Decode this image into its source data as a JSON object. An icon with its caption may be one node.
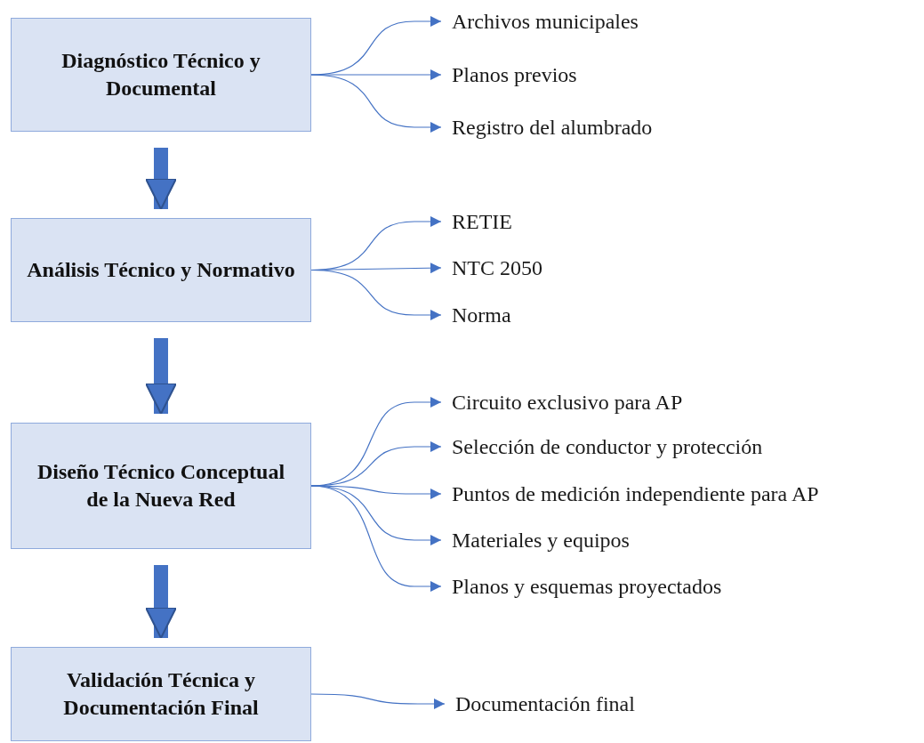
{
  "diagram": {
    "nodes": [
      {
        "text": [
          "Diagnóstico Técnico y Documental"
        ]
      },
      {
        "text": [
          "Archivos municipales"
        ]
      },
      {
        "text": [
          "Planos previos"
        ]
      },
      {
        "text": [
          "Registro del alumbrado"
        ]
      },
      {
        "text": [
          "Análisis Técnico y Normativo"
        ]
      },
      {
        "text": [
          "RETIE"
        ]
      },
      {
        "text": [
          "NTC 2050"
        ]
      },
      {
        "text": [
          "Norma"
        ]
      },
      {
        "text": [
          "Diseño Técnico Conceptual de la Nueva Red"
        ]
      },
      {
        "text": [
          "Circuito exclusivo para AP"
        ]
      },
      {
        "text": [
          "Selección de conductor y protección"
        ]
      },
      {
        "text": [
          "Puntos de medición independiente para AP"
        ]
      },
      {
        "text": [
          "Materiales y equipos"
        ]
      },
      {
        "text": [
          "Planos y esquemas proyectados"
        ]
      },
      {
        "text": [
          "Validación Técnica y Documentación Final"
        ]
      },
      {
        "text": [
          "Documentación final"
        ]
      }
    ],
    "edges": [
      {
        "from": 0,
        "to": 1,
        "arrow": "to"
      },
      {
        "from": 0,
        "to": 2,
        "arrow": "to"
      },
      {
        "from": 0,
        "to": 3,
        "arrow": "to"
      },
      {
        "from": 0,
        "to": 4,
        "arrow": "to",
        "style": "thick"
      },
      {
        "from": 4,
        "to": 5,
        "arrow": "to"
      },
      {
        "from": 4,
        "to": 6,
        "arrow": "to"
      },
      {
        "from": 4,
        "to": 7,
        "arrow": "to"
      },
      {
        "from": 4,
        "to": 8,
        "arrow": "to",
        "style": "thick"
      },
      {
        "from": 8,
        "to": 9,
        "arrow": "to"
      },
      {
        "from": 8,
        "to": 10,
        "arrow": "to"
      },
      {
        "from": 8,
        "to": 11,
        "arrow": "to"
      },
      {
        "from": 8,
        "to": 12,
        "arrow": "to"
      },
      {
        "from": 8,
        "to": 13,
        "arrow": "to"
      },
      {
        "from": 8,
        "to": 14,
        "arrow": "to",
        "style": "thick"
      },
      {
        "from": 14,
        "to": 15,
        "arrow": "to"
      }
    ]
  }
}
